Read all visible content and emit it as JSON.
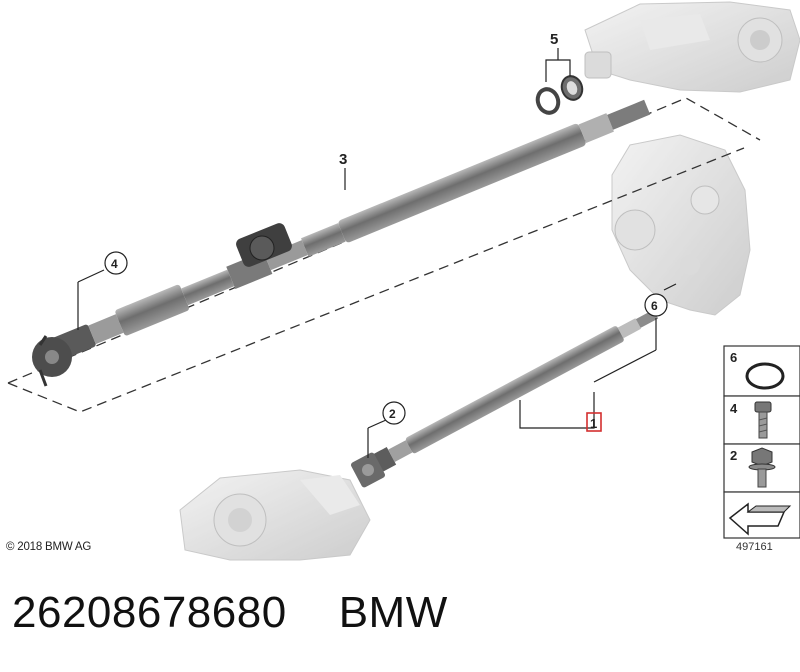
{
  "callouts": [
    {
      "id": "1",
      "label": "1",
      "highlighted": true,
      "highlight_color": "#d32f2f"
    },
    {
      "id": "2",
      "label": "2",
      "circled": true
    },
    {
      "id": "3",
      "label": "3"
    },
    {
      "id": "4",
      "label": "4",
      "circled": true
    },
    {
      "id": "5",
      "label": "5"
    },
    {
      "id": "6",
      "label": "6",
      "circled": true
    }
  ],
  "legend": [
    {
      "label": "6",
      "icon": "o-ring-icon"
    },
    {
      "label": "4",
      "icon": "bolt-icon"
    },
    {
      "label": "2",
      "icon": "flange-bolt-icon"
    },
    {
      "label": "",
      "icon": "direction-arrow-icon"
    }
  ],
  "copyright": "© 2018 BMW AG",
  "drawing_number": "497161",
  "footer": {
    "part_number": "26208678680",
    "brand": "BMW"
  },
  "colors": {
    "highlight": "#d32f2f",
    "shaft": "#8a8a8a",
    "housing": "#d4d4d4"
  }
}
